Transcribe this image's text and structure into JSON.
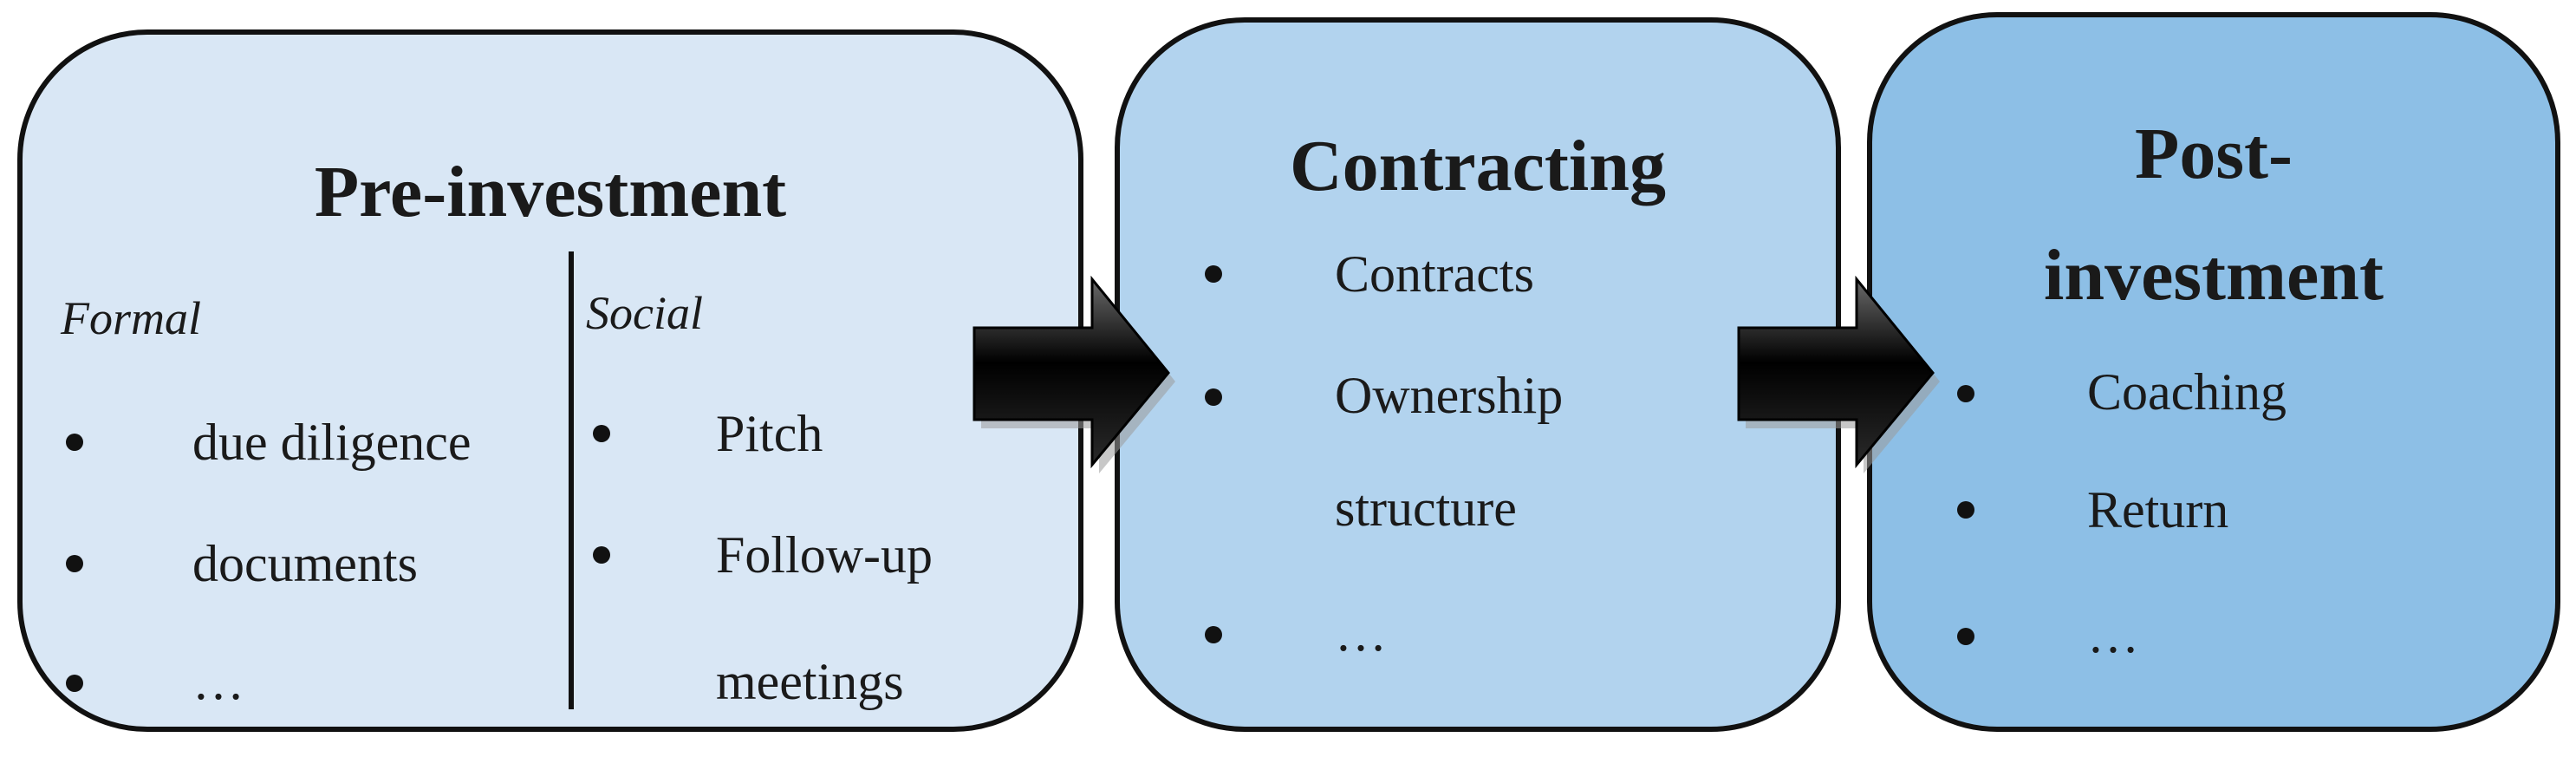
{
  "stages": {
    "pre_investment": {
      "title": "Pre-investment",
      "formal": {
        "heading": "Formal",
        "items": [
          "due diligence",
          "documents",
          "…"
        ]
      },
      "social": {
        "heading": "Social",
        "items": [
          "Pitch",
          "Follow-up",
          "meetings"
        ]
      }
    },
    "contracting": {
      "title": "Contracting",
      "items": [
        "Contracts",
        "Ownership",
        "structure",
        "…"
      ]
    },
    "post_investment": {
      "title_line1": "Post-",
      "title_line2": "investment",
      "items": [
        "Coaching",
        "Return",
        "…"
      ]
    }
  },
  "colors": {
    "pre_investment_fill": "#d9e7f5",
    "contracting_fill": "#b2d3ee",
    "post_investment_fill": "#8dbfe6",
    "border": "#111111",
    "arrow": "#111111"
  },
  "icons": [
    "right-arrow-icon",
    "bullet-icon"
  ]
}
